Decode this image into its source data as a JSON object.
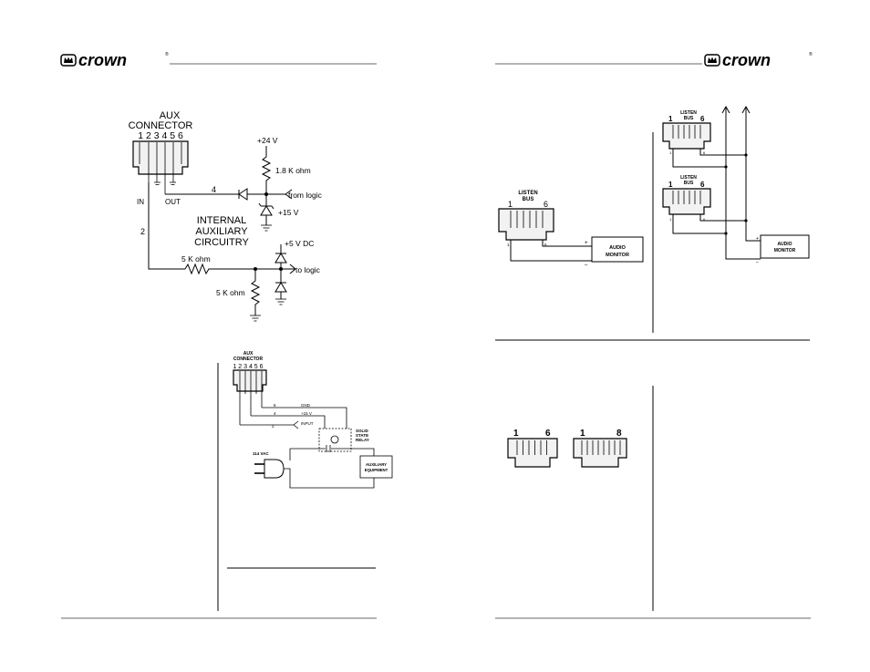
{
  "brand": {
    "logo_text": "crown",
    "registered_mark": "®"
  },
  "fig1": {
    "connector_label_line1": "AUX",
    "connector_label_line2": "CONNECTOR",
    "pin_numbers": "1 2 3 4 5 6",
    "label_in": "IN",
    "label_out": "OUT",
    "wire_4": "4",
    "wire_2": "2",
    "supply_24v": "+24 V",
    "resistor_18k": "1.8 K ohm",
    "from_logic": "from logic",
    "supply_15v": "+15 V",
    "internal_line1": "INTERNAL",
    "internal_line2": "AUXILIARY",
    "internal_line3": "CIRCUITRY",
    "supply_5v": "+5 V DC",
    "resistor_5k_series": "5 K ohm",
    "to_logic": "to logic",
    "resistor_5k_shunt": "5 K ohm"
  },
  "fig2": {
    "connector_label_line1": "AUX",
    "connector_label_line2": "CONNECTOR",
    "pin_numbers": "1 2 3 4 5 6",
    "wire_6": "6",
    "wire_gnd": "GND",
    "wire_4": "4",
    "wire_15v": "+15 V",
    "wire_2": "2",
    "wire_input": "INPUT",
    "relay_line1": "SOLID",
    "relay_line2": "STATE",
    "relay_line3": "RELAY",
    "vac_label": "114 VAC",
    "equipment_line1": "AUXILIARY",
    "equipment_line2": "EQUIPMENT"
  },
  "fig3": {
    "listen_line1": "LISTEN",
    "listen_line2": "BUS",
    "pin_left": "1",
    "pin_right": "6",
    "wire_1": "1",
    "wire_6": "6",
    "plus": "+",
    "minus": "–",
    "monitor_line1": "AUDIO",
    "monitor_line2": "MONITOR"
  },
  "fig4": {
    "listen_line1": "LISTEN",
    "listen_line2": "BUS",
    "pin_left": "1",
    "pin_right": "6",
    "wire_1": "1",
    "wire_6": "6",
    "plus": "+",
    "minus": "–",
    "monitor_line1": "AUDIO",
    "monitor_line2": "MONITOR"
  },
  "fig5": {
    "jack6_left": "1",
    "jack6_right": "6",
    "jack8_left": "1",
    "jack8_right": "8"
  }
}
